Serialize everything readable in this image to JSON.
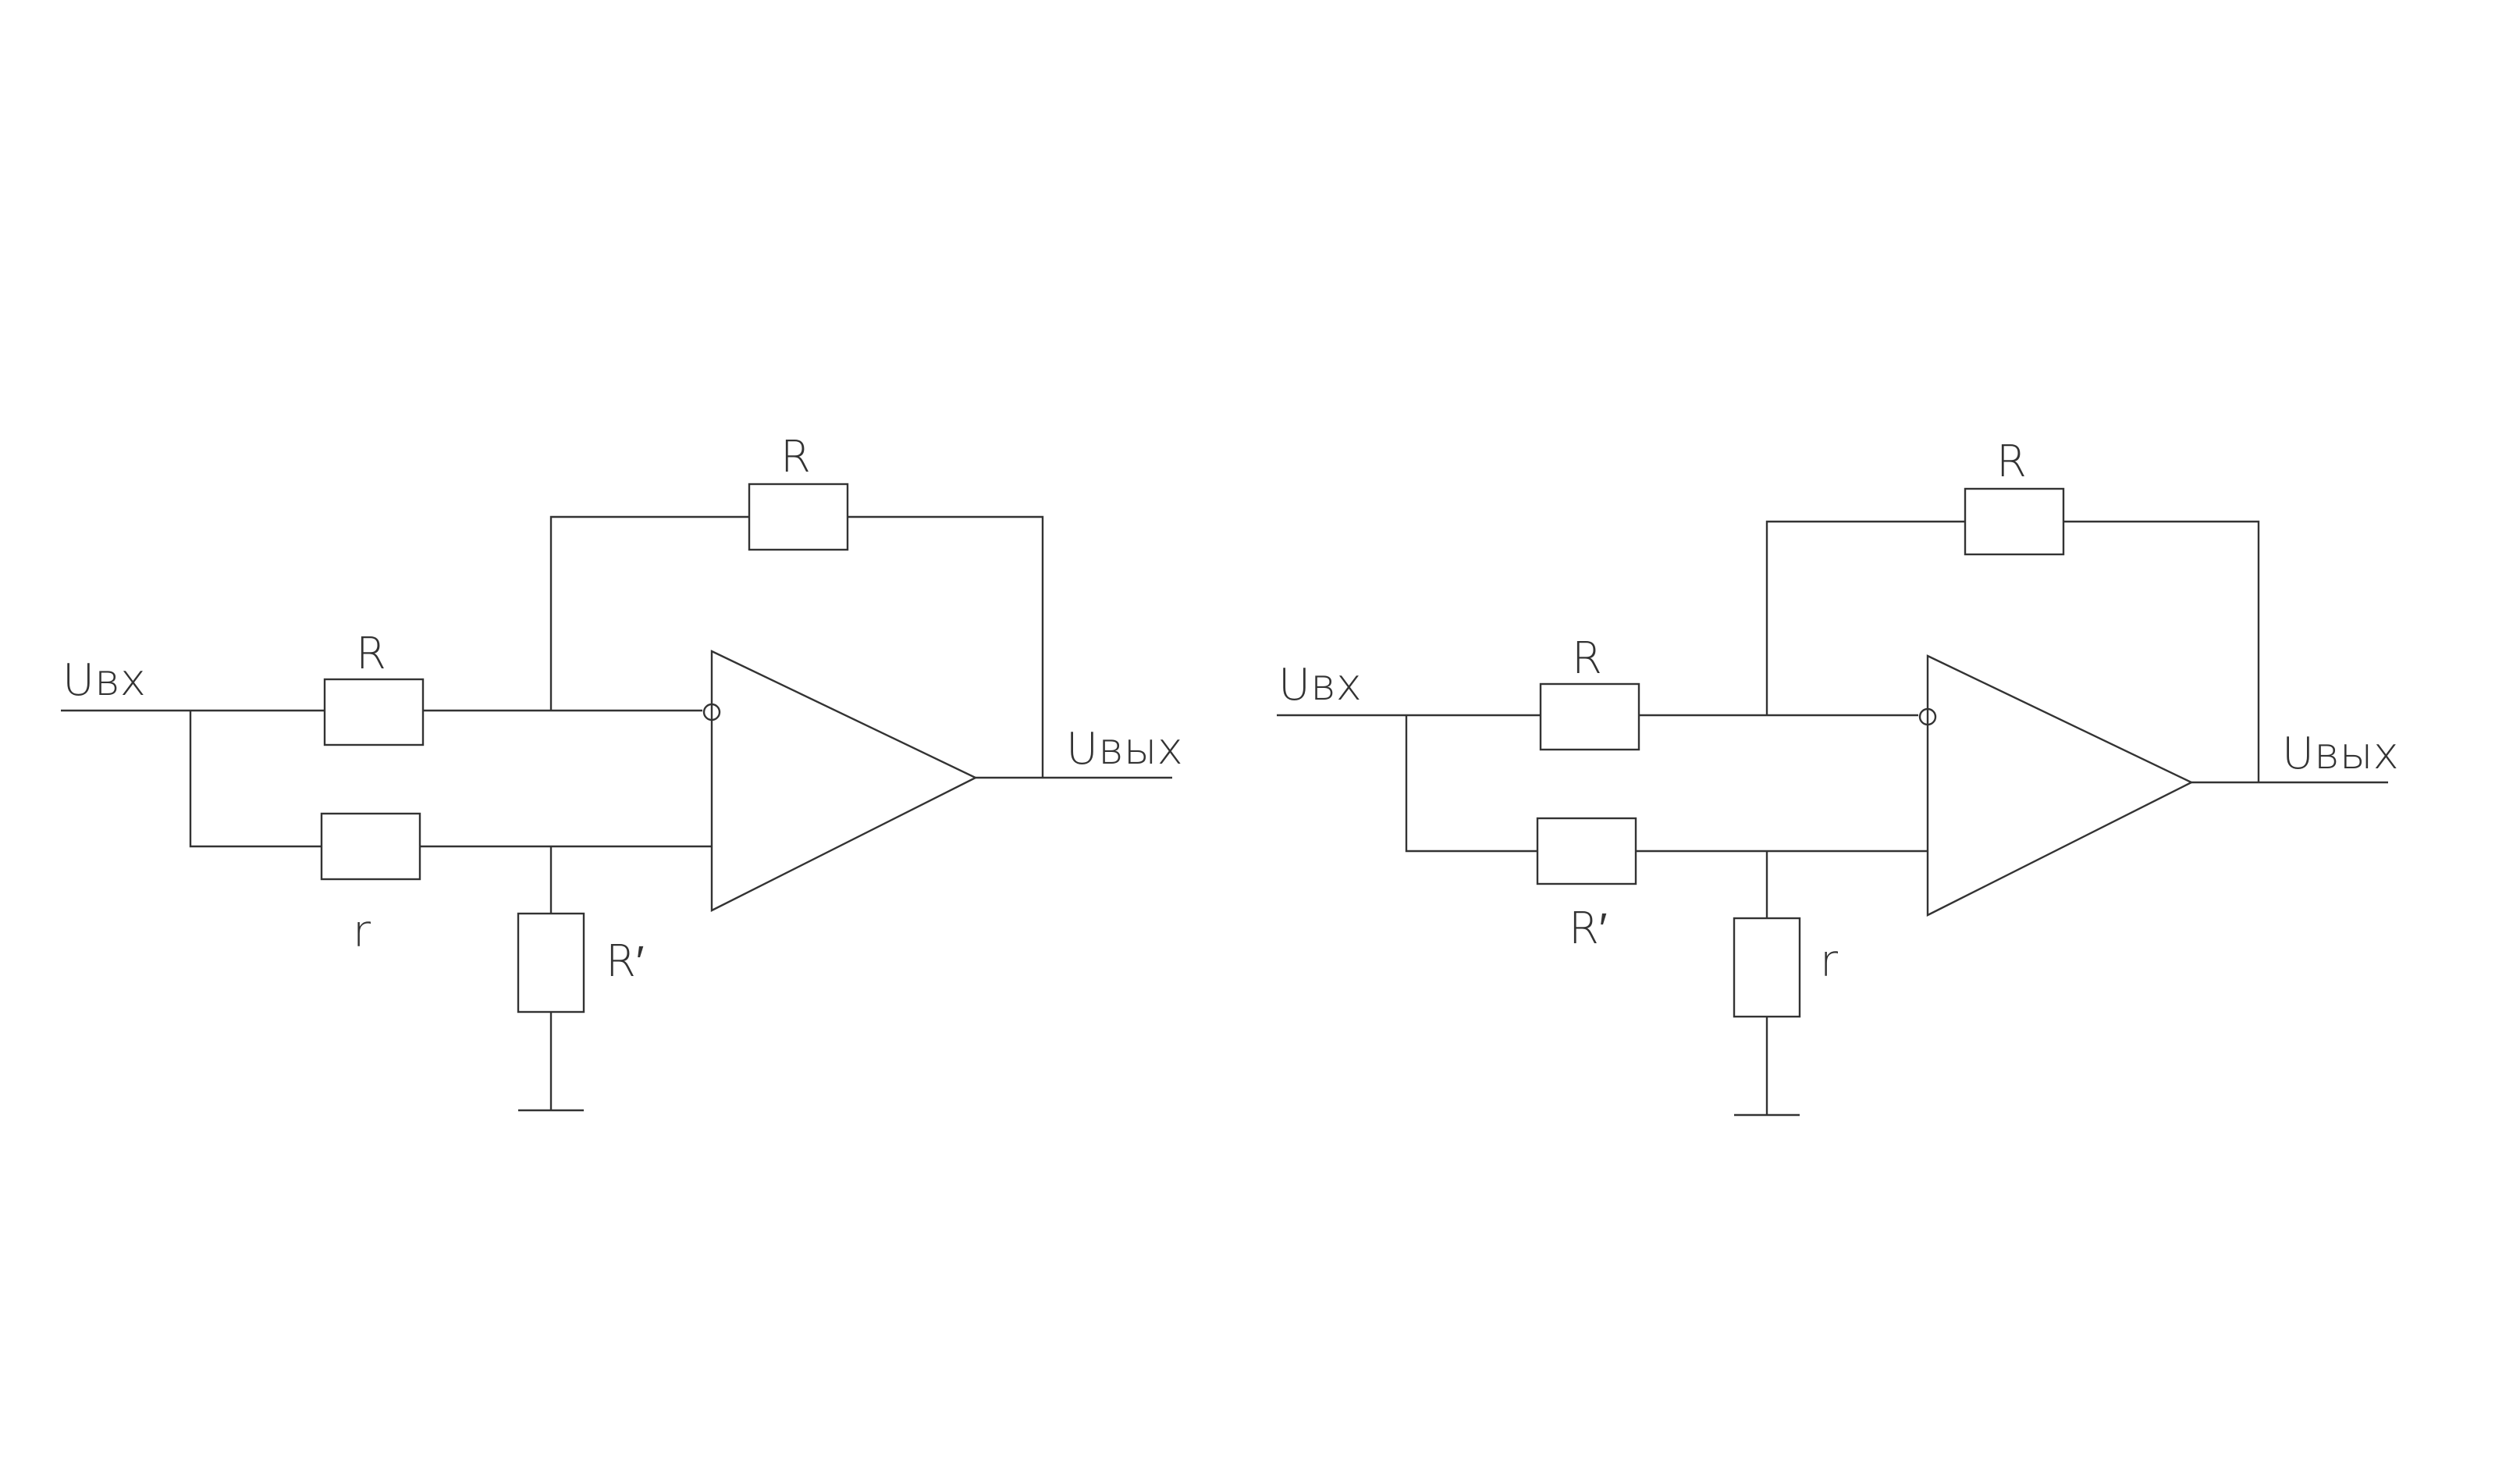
{
  "colors": {
    "line": "#333333",
    "background": "#ffffff"
  },
  "circuits": [
    {
      "input_label": "Uвх",
      "output_label": "Uвых",
      "labels": {
        "feedback_resistor": "R",
        "input_resistor": "R",
        "series_resistor": "r",
        "shunt_resistor": "R′"
      }
    },
    {
      "input_label": "Uвх",
      "output_label": "Uвых",
      "labels": {
        "feedback_resistor": "R",
        "input_resistor": "R",
        "series_resistor": "R′",
        "shunt_resistor": "r"
      }
    }
  ]
}
